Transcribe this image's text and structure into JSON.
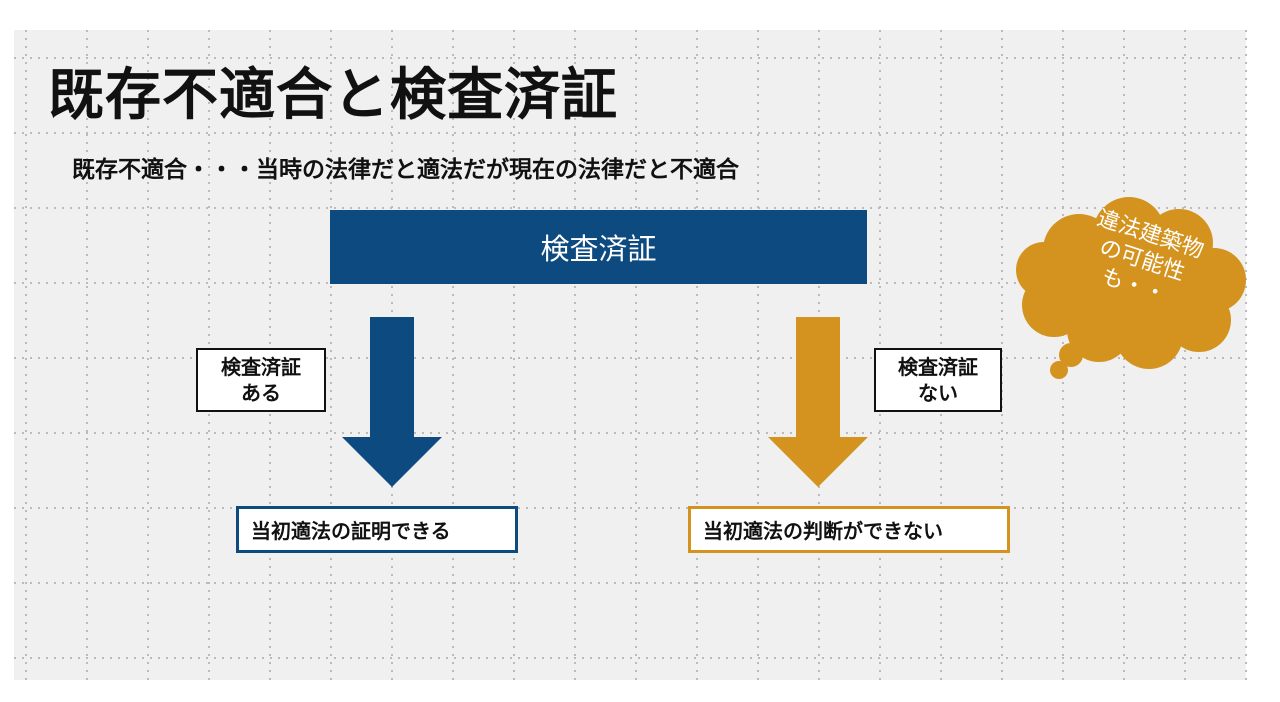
{
  "title": "既存不適合と検査済証",
  "subtitle": "既存不適合・・・当時の法律だと適法だが現在の法律だと不適合",
  "banner": "検査済証",
  "left": {
    "label_line1": "検査済証",
    "label_line2": "ある",
    "result": "当初適法の証明できる",
    "color": "#0d4a80"
  },
  "right": {
    "label_line1": "検査済証",
    "label_line2": "ない",
    "result": "当初適法の判断ができない",
    "color": "#d4931f"
  },
  "cloud": {
    "line1": "違法建築物",
    "line2": "の可能性",
    "line3": "も・・",
    "color": "#d4931f"
  }
}
